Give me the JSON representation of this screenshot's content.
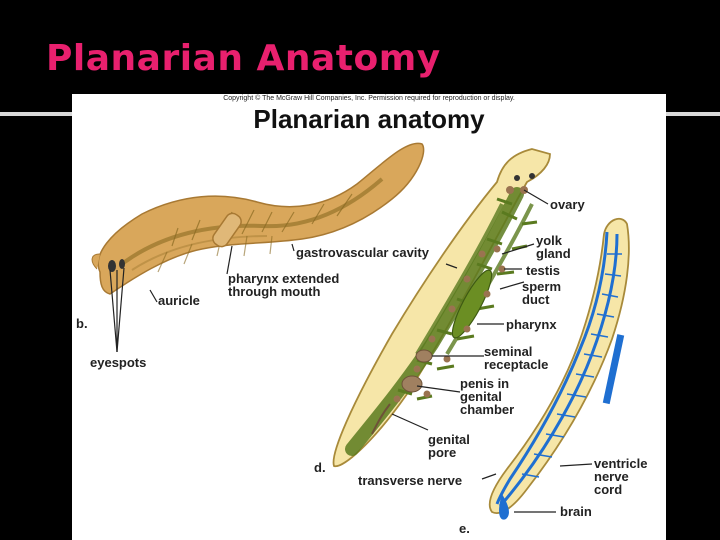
{
  "slide": {
    "title": "Planarian Anatomy"
  },
  "figure": {
    "copyright": "Copyright © The McGraw Hill Companies, Inc. Permission required for reproduction or display.",
    "title": "Planarian anatomy",
    "panel_letters": [
      "b.",
      "d.",
      "e."
    ],
    "labels": {
      "auricle": "auricle",
      "eyespots": "eyespots",
      "gastrovascular_cavity": "gastrovascular cavity",
      "pharynx_extended": "pharynx extended",
      "through_mouth": "through mouth",
      "ovary": "ovary",
      "yolk": "yolk",
      "gland": "gland",
      "testis": "testis",
      "sperm": "sperm",
      "duct": "duct",
      "pharynx": "pharynx",
      "seminal": "seminal",
      "receptacle": "receptacle",
      "penis_in": "penis in",
      "genital": "genital",
      "chamber": "chamber",
      "genital_pore_1": "genital",
      "genital_pore_2": "pore",
      "transverse_nerve": "transverse nerve",
      "ventricle": "ventricle",
      "nerve": "nerve",
      "cord": "cord",
      "brain": "brain"
    },
    "colors": {
      "title": "#e8206e",
      "body_tan": "#d9a75b",
      "gut_green": "#5a7a1f",
      "nerve_blue": "#1f6fd1",
      "repro_brown": "#9a7350"
    }
  }
}
